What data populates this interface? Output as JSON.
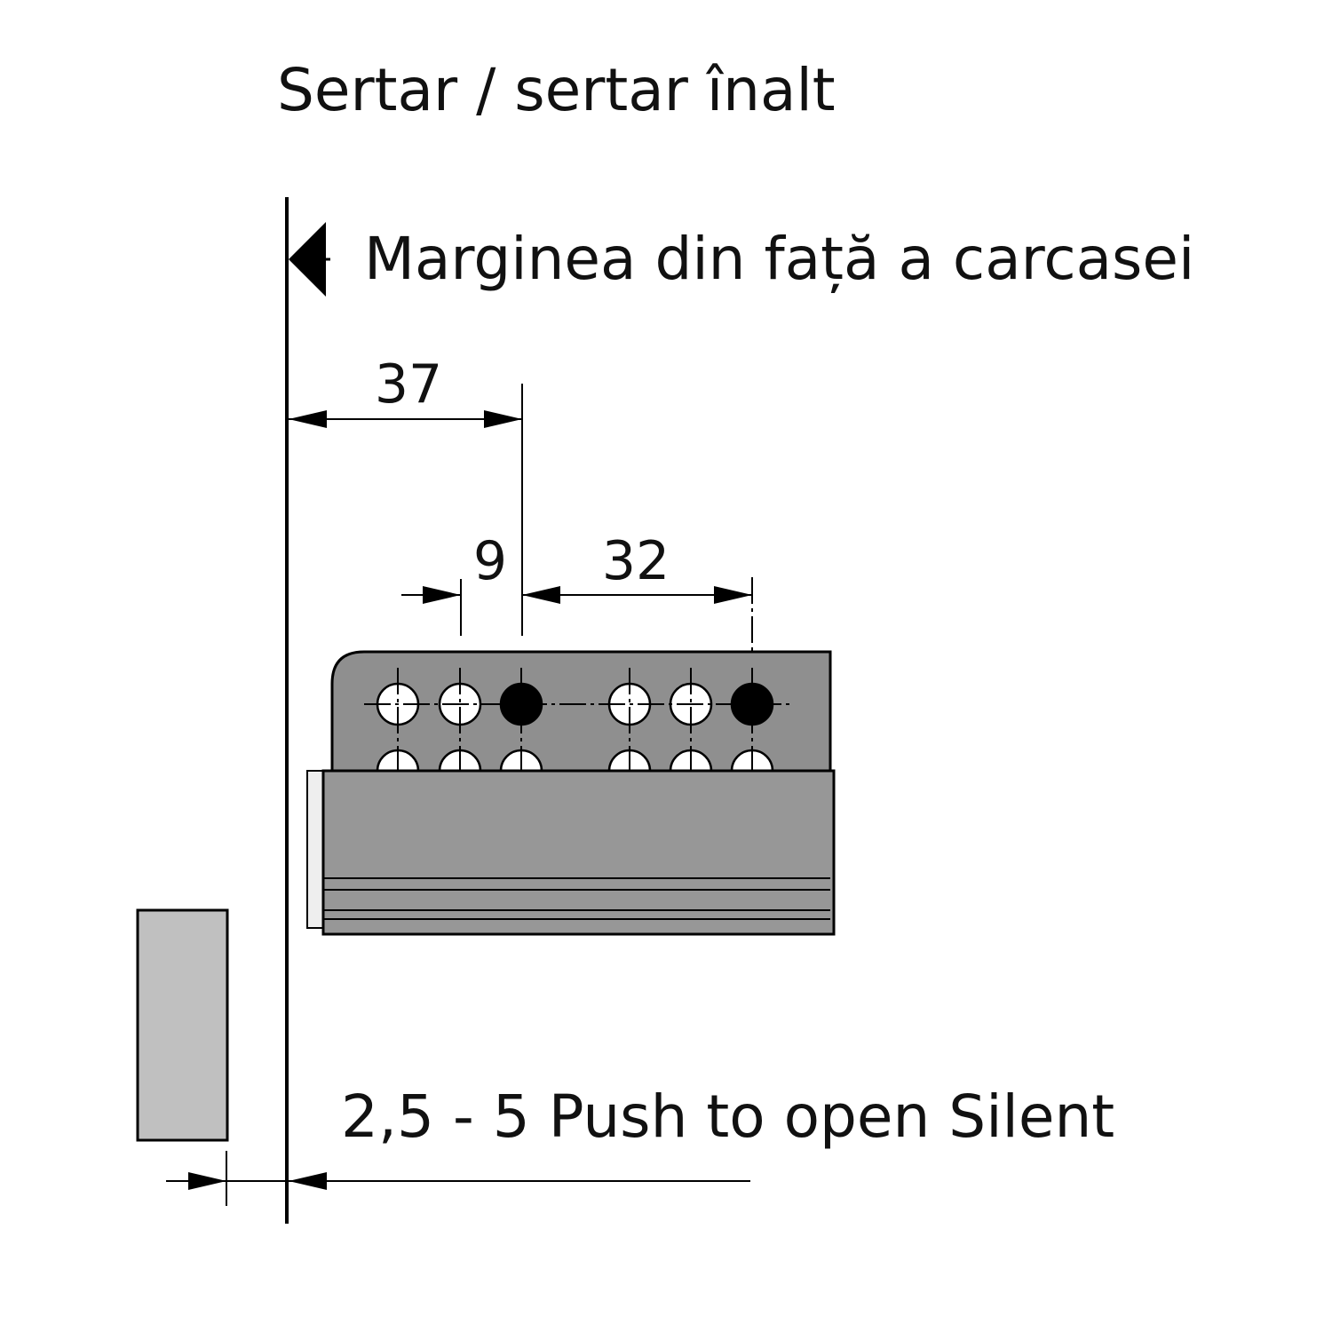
{
  "title": "Sertar / sertar înalt",
  "reference_label": "Marginea din față a carcasei",
  "dimensions": {
    "d37": "37",
    "d9": "9",
    "d32": "32",
    "bottom_note": "2,5 - 5 Push to open Silent"
  },
  "colors": {
    "panel": "#8f8f8f",
    "rail": "#979797",
    "block": "#c0c0c0",
    "line": "#000000"
  }
}
